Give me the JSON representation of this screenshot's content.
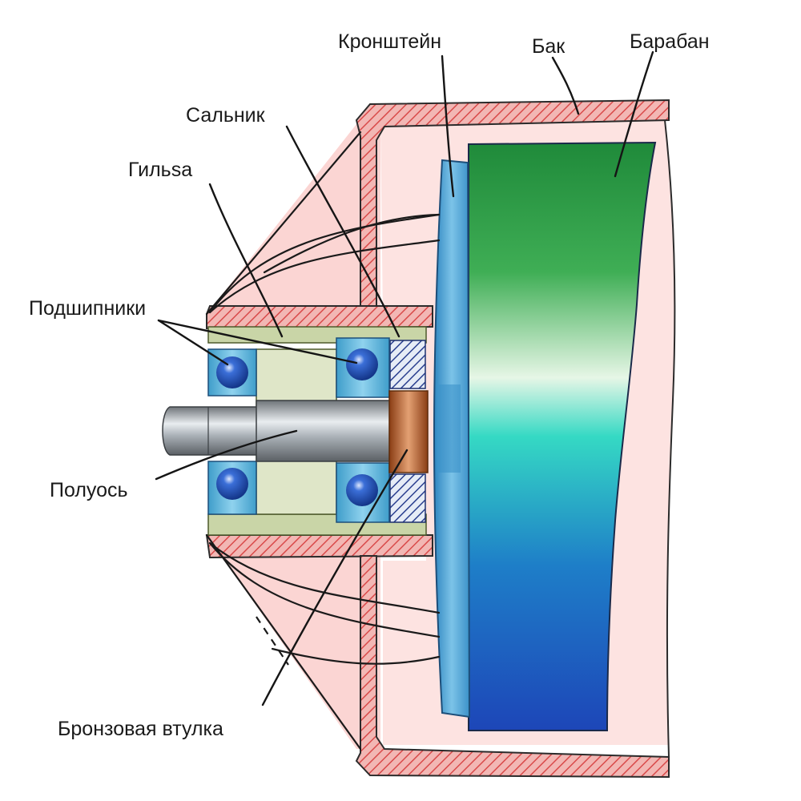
{
  "labels": {
    "bracket": "Кронштейн",
    "tank": "Бак",
    "drum": "Барабан",
    "seal": "Сальник",
    "sleeve": "Гильsа",
    "bearings": "Подшипники",
    "half_axle": "Полуось",
    "bronze_bushing": "Бронзовая втулка"
  },
  "colors": {
    "tank_fill": "#fbd5d3",
    "tank_wall": "#f2b7b4",
    "hatch": "#d94a4a",
    "drum_top": "#1f8a3a",
    "drum_mid": "#35d9c4",
    "drum_bottom": "#1d46b8",
    "bracket": "#5aa7d6",
    "sleeve": "#c9d5a7",
    "bearing_block": "#58b3d8",
    "ball": "#1747a8",
    "shaft": "#9ea6ad",
    "bronze": "#c46a2f"
  }
}
